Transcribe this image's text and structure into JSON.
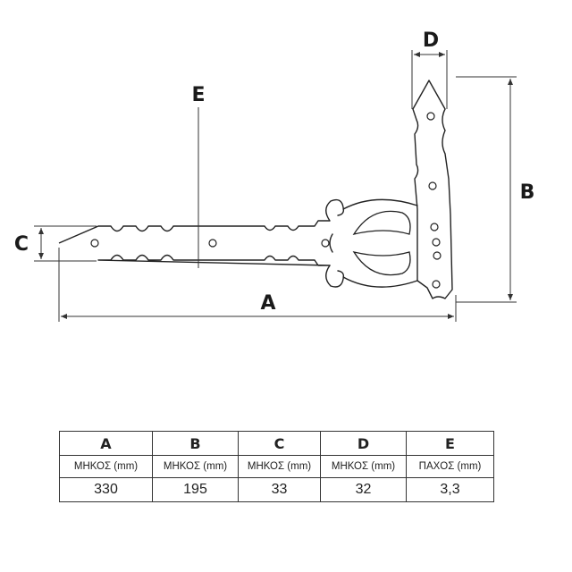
{
  "dimensions": {
    "a": "A",
    "b": "B",
    "c": "C",
    "d": "D",
    "e": "E"
  },
  "table": {
    "headers": [
      "A",
      "B",
      "C",
      "D",
      "E"
    ],
    "labels": [
      "ΜΗΚΟΣ (mm)",
      "ΜΗΚΟΣ (mm)",
      "ΜΗΚΟΣ (mm)",
      "ΜΗΚΟΣ (mm)",
      "ΠΑΧΟΣ (mm)"
    ],
    "values": [
      "330",
      "195",
      "33",
      "32",
      "3,3"
    ]
  },
  "colors": {
    "line": "#333333",
    "text": "#1a1a1a"
  }
}
